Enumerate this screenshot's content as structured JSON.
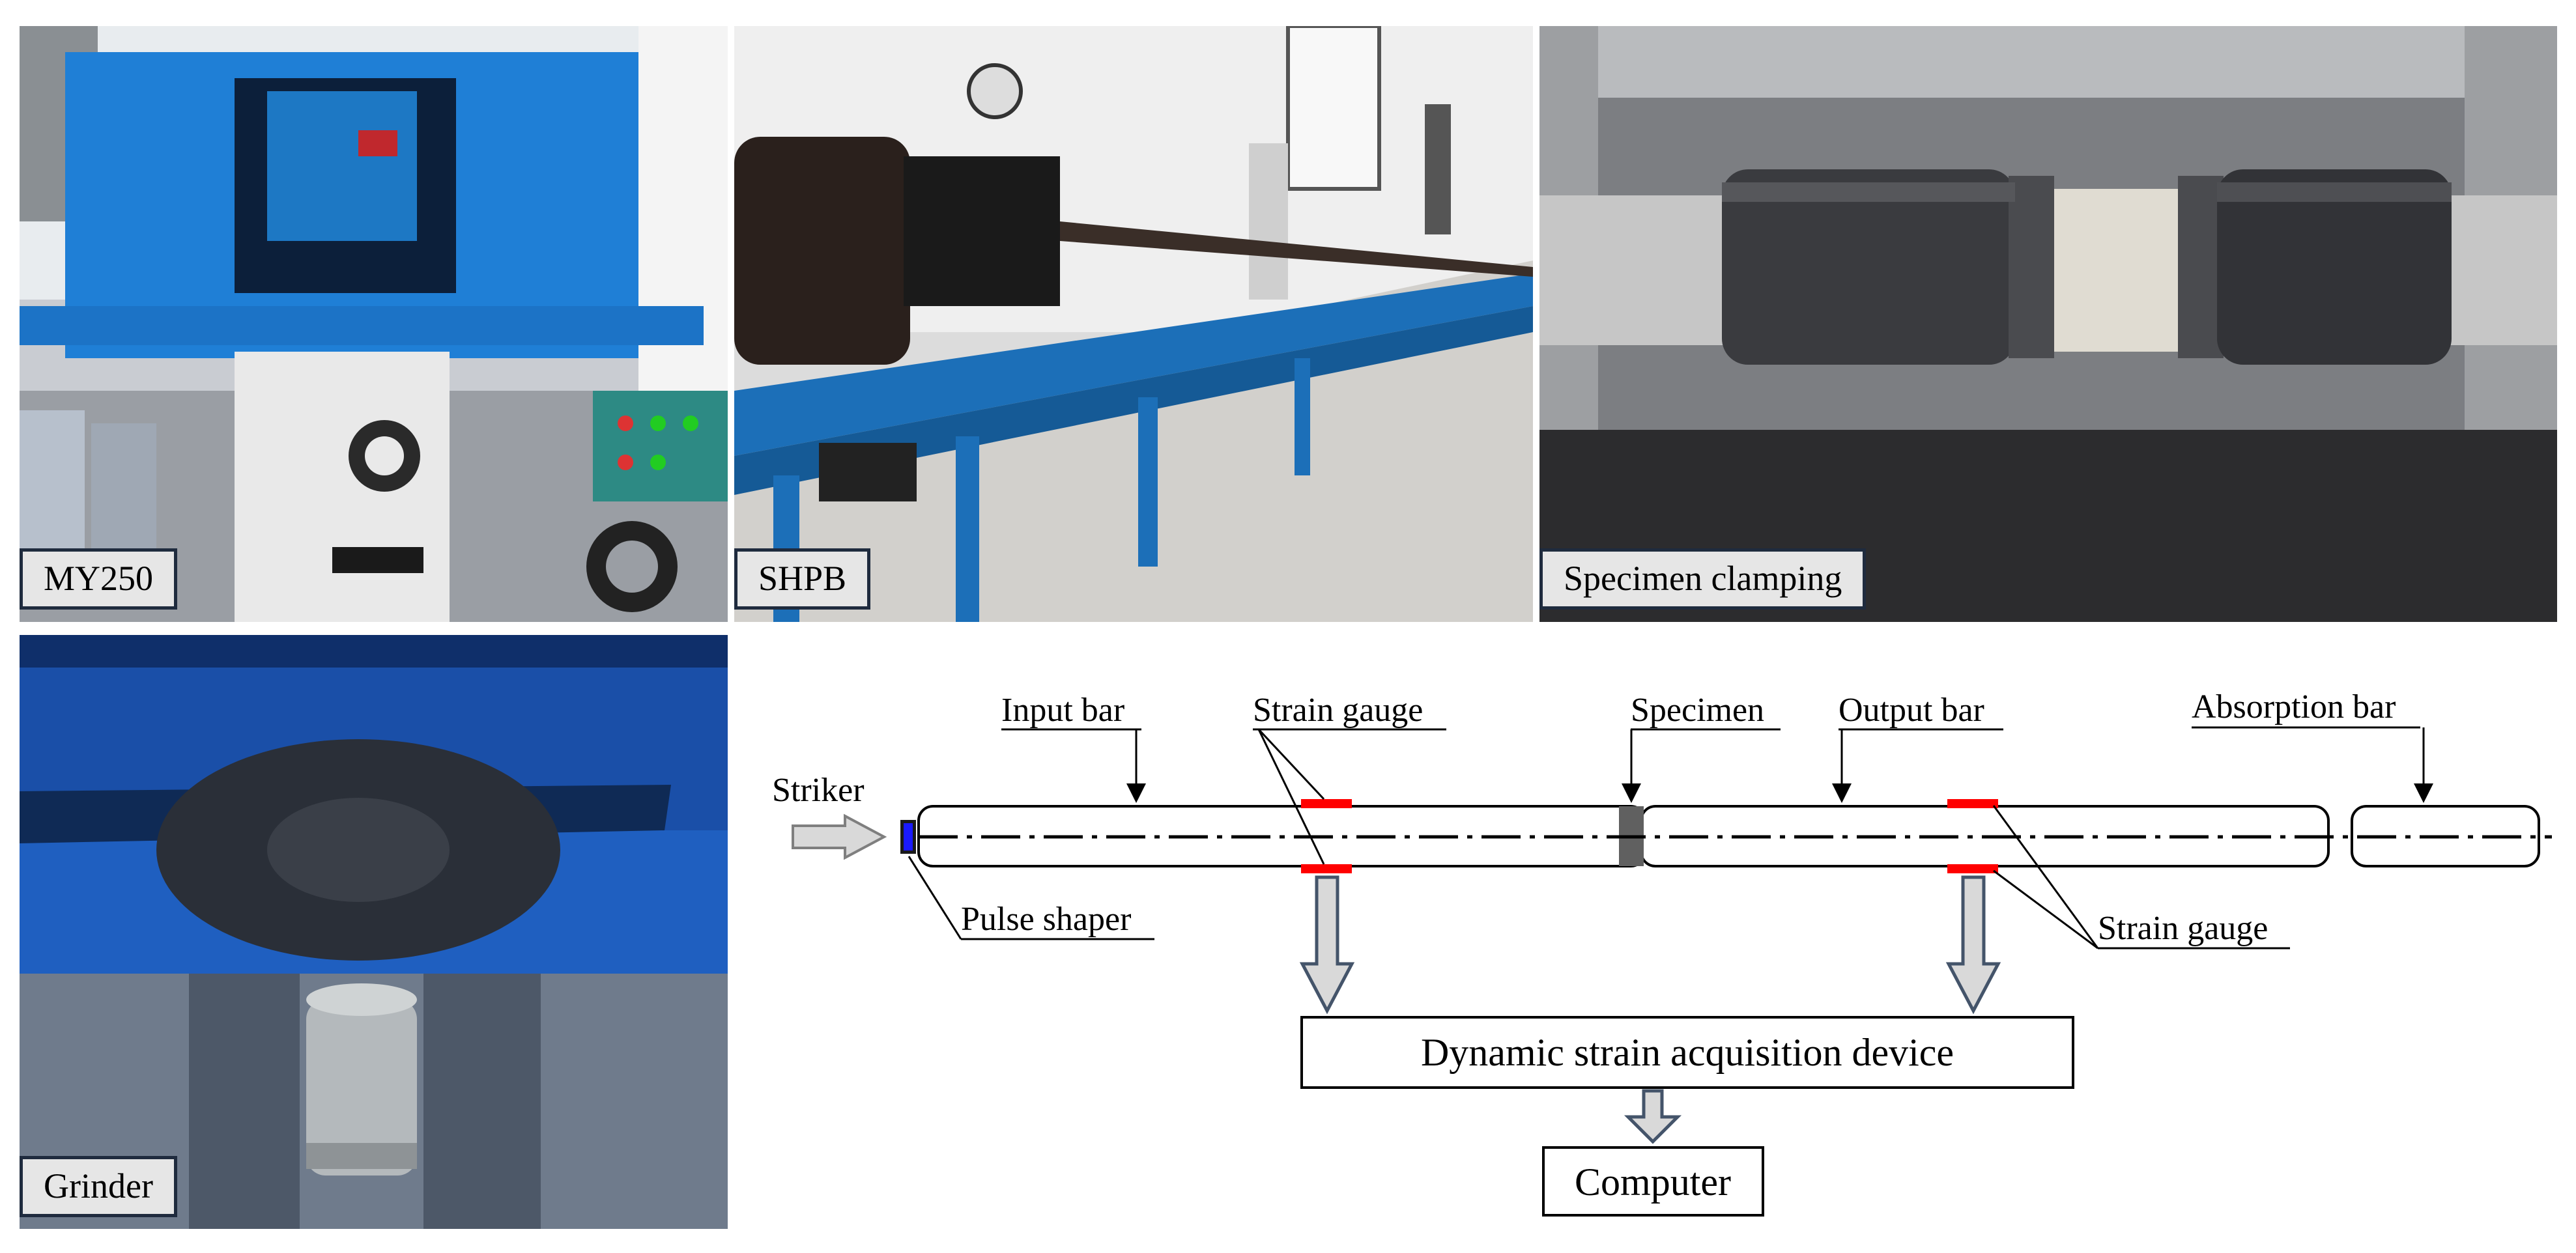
{
  "photos": {
    "my250": {
      "caption": "MY250"
    },
    "shpb": {
      "caption": "SHPB"
    },
    "clamping": {
      "caption": "Specimen clamping"
    },
    "grinder": {
      "caption": "Grinder"
    }
  },
  "diagram": {
    "labels": {
      "striker": "Striker",
      "input_bar": "Input bar",
      "strain_gauge_top": "Strain gauge",
      "specimen": "Specimen",
      "output_bar": "Output bar",
      "absorption_bar": "Absorption bar",
      "pulse_shaper": "Pulse shaper",
      "strain_gauge_bottom": "Strain gauge"
    },
    "boxes": {
      "acquisition": "Dynamic strain acquisition device",
      "computer": "Computer"
    },
    "colors": {
      "gauge": "#ff0000",
      "shaper": "#1a1aff",
      "specimen": "#606060",
      "arrow_fill": "#d9d9d9",
      "arrow_stroke": "#44546a"
    }
  }
}
